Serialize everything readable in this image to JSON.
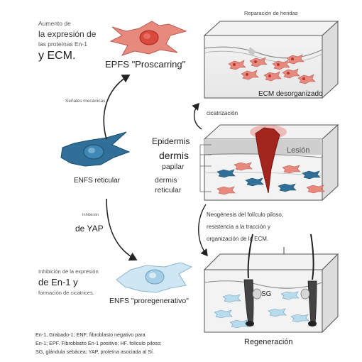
{
  "top_left": {
    "line1": "Aumento de",
    "line2": "la expresión de",
    "line3": "las proteínas En-1",
    "line4": "y ECM."
  },
  "epfs_label": "EPFS \"Proscarring\"",
  "mechanical_signals": "Señales mecánicas",
  "enfs_reticular": "ENFS reticular",
  "inhibition_small": "Inhibición",
  "de_yap": "de YAP",
  "bottom_left": {
    "line1": "Inhibición de la expresión",
    "line2": "de En-1 y",
    "line3": "formación de cicatrices."
  },
  "enfs_proregen": "ENFS \"proregenerativo\"",
  "wound_repair": "Reparación de heridas",
  "ecm_disorganized": "ECM desorganizado",
  "cicatrizacion": "cicatrización",
  "layers": {
    "epidermis": "Epidermis",
    "dermis": "dermis",
    "papilar": "papilar",
    "dermis2": "dermis",
    "reticular": "reticular"
  },
  "lesion": "Lesión",
  "neogenesis": {
    "line1": "Neogénesis del folículo piloso,",
    "line2": "resistencia a la tracción y",
    "line3": "organización de la ECM."
  },
  "sg": "SG",
  "regeneracion": "Regeneración",
  "footnote": {
    "line1": "En-1, Grabado-1; ENF; fibroblasto negativo para",
    "line2": "En-1; EPF. Fibroblasto En-1 positivo; HF. folículo piloso;",
    "line3": "SG, glándula sebácea; YAP, proteína asociada al Sí."
  },
  "colors": {
    "epf_cell": "#e8897d",
    "enf_reticular_cell": "#2f6f98",
    "enf_proregen_cell": "#b9dbee",
    "lesion": "#a3261e"
  }
}
